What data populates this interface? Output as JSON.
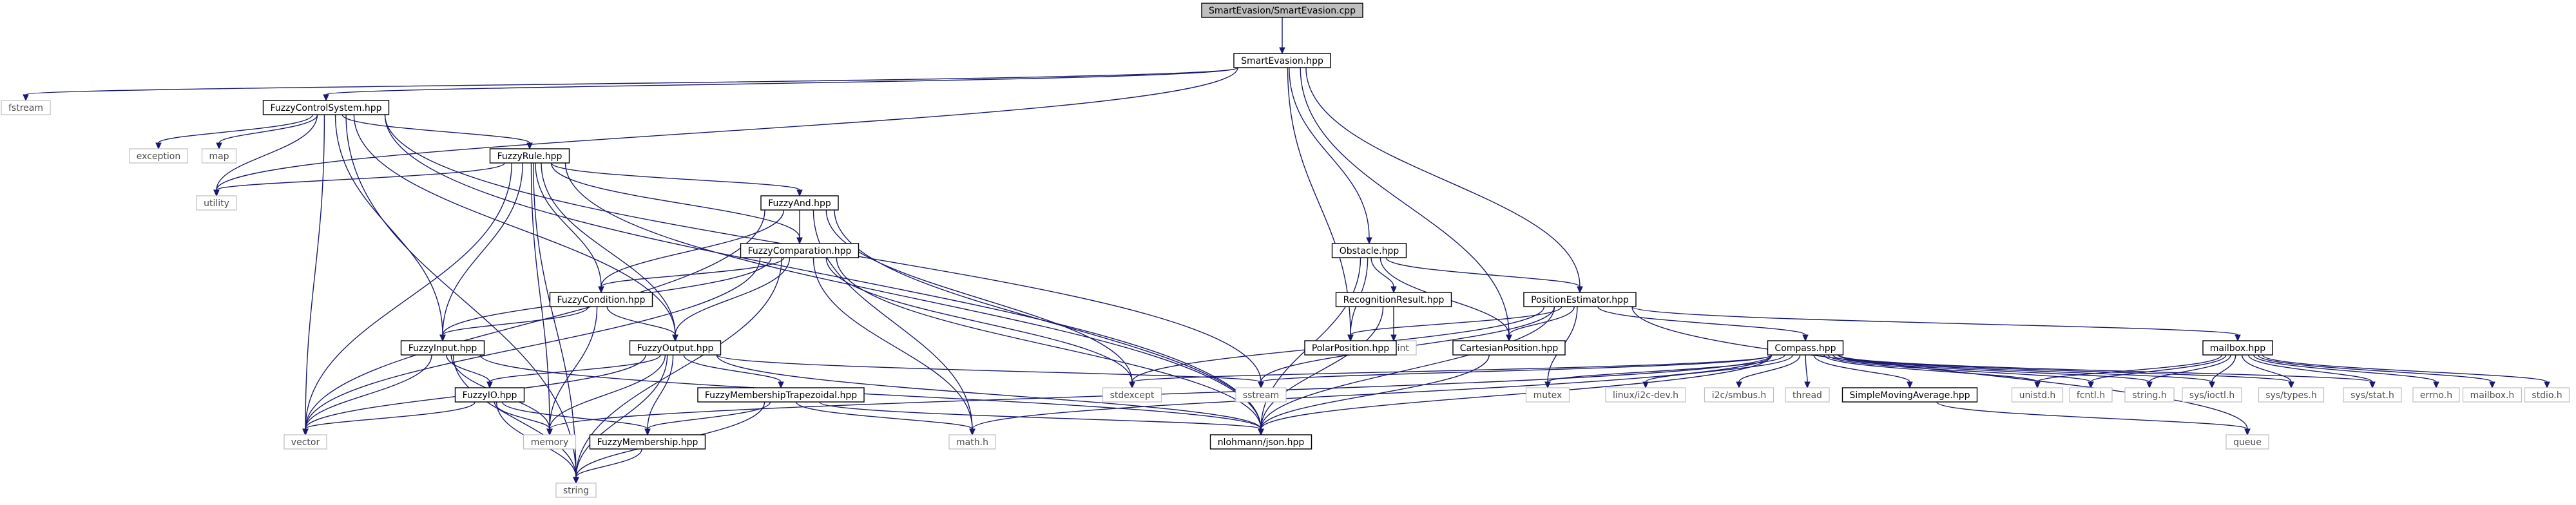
{
  "nodes": [
    {
      "id": "smartevasion_cpp",
      "label": "SmartEvasion/SmartEvasion.cpp",
      "kind": "root"
    },
    {
      "id": "smartevasion_hpp",
      "label": "SmartEvasion.hpp",
      "kind": "local"
    },
    {
      "id": "fstream",
      "label": "fstream",
      "kind": "external"
    },
    {
      "id": "fuzzycontrolsystem_hpp",
      "label": "FuzzyControlSystem.hpp",
      "kind": "local"
    },
    {
      "id": "obstacle_hpp",
      "label": "Obstacle.hpp",
      "kind": "local"
    },
    {
      "id": "positionestimator_hpp",
      "label": "PositionEstimator.hpp",
      "kind": "local"
    },
    {
      "id": "exception",
      "label": "exception",
      "kind": "external"
    },
    {
      "id": "map",
      "label": "map",
      "kind": "external"
    },
    {
      "id": "utility",
      "label": "utility",
      "kind": "external"
    },
    {
      "id": "fuzzyrule_hpp",
      "label": "FuzzyRule.hpp",
      "kind": "local"
    },
    {
      "id": "fuzzyand_hpp",
      "label": "FuzzyAnd.hpp",
      "kind": "local"
    },
    {
      "id": "fuzzycomparation_hpp",
      "label": "FuzzyComparation.hpp",
      "kind": "local"
    },
    {
      "id": "fuzzycondition_hpp",
      "label": "FuzzyCondition.hpp",
      "kind": "local"
    },
    {
      "id": "fuzzyinput_hpp",
      "label": "FuzzyInput.hpp",
      "kind": "local"
    },
    {
      "id": "fuzzyoutput_hpp",
      "label": "FuzzyOutput.hpp",
      "kind": "local"
    },
    {
      "id": "fuzzyio_hpp",
      "label": "FuzzyIO.hpp",
      "kind": "local"
    },
    {
      "id": "fuzzymembershiptrapezoidal_hpp",
      "label": "FuzzyMembershipTrapezoidal.hpp",
      "kind": "local"
    },
    {
      "id": "fuzzymembership_hpp",
      "label": "FuzzyMembership.hpp",
      "kind": "local"
    },
    {
      "id": "vector",
      "label": "vector",
      "kind": "external"
    },
    {
      "id": "memory",
      "label": "memory",
      "kind": "external"
    },
    {
      "id": "string",
      "label": "string",
      "kind": "external"
    },
    {
      "id": "math_h",
      "label": "math.h",
      "kind": "external"
    },
    {
      "id": "stdexcept",
      "label": "stdexcept",
      "kind": "external"
    },
    {
      "id": "sstream",
      "label": "sstream",
      "kind": "external"
    },
    {
      "id": "nlohmann_json",
      "label": "nlohmann/json.hpp",
      "kind": "local"
    },
    {
      "id": "recognitionresult_hpp",
      "label": "RecognitionResult.hpp",
      "kind": "local"
    },
    {
      "id": "cstdint",
      "label": "cstdint",
      "kind": "external"
    },
    {
      "id": "polarposition_hpp",
      "label": "PolarPosition.hpp",
      "kind": "local"
    },
    {
      "id": "cartesianposition_hpp",
      "label": "CartesianPosition.hpp",
      "kind": "local"
    },
    {
      "id": "compass_hpp",
      "label": "Compass.hpp",
      "kind": "local"
    },
    {
      "id": "mailbox_hpp",
      "label": "mailbox.hpp",
      "kind": "local"
    },
    {
      "id": "mutex",
      "label": "mutex",
      "kind": "external"
    },
    {
      "id": "linux_i2c_dev",
      "label": "linux/i2c-dev.h",
      "kind": "external"
    },
    {
      "id": "i2c_smbus",
      "label": "i2c/smbus.h",
      "kind": "external"
    },
    {
      "id": "thread",
      "label": "thread",
      "kind": "external"
    },
    {
      "id": "simplemovingaverage_hpp",
      "label": "SimpleMovingAverage.hpp",
      "kind": "local"
    },
    {
      "id": "unistd_h",
      "label": "unistd.h",
      "kind": "external"
    },
    {
      "id": "fcntl_h",
      "label": "fcntl.h",
      "kind": "external"
    },
    {
      "id": "string_h",
      "label": "string.h",
      "kind": "external"
    },
    {
      "id": "sys_ioctl_h",
      "label": "sys/ioctl.h",
      "kind": "external"
    },
    {
      "id": "sys_types_h",
      "label": "sys/types.h",
      "kind": "external"
    },
    {
      "id": "sys_stat_h",
      "label": "sys/stat.h",
      "kind": "external"
    },
    {
      "id": "errno_h",
      "label": "errno.h",
      "kind": "external"
    },
    {
      "id": "mailbox_h",
      "label": "mailbox.h",
      "kind": "external"
    },
    {
      "id": "stdio_h",
      "label": "stdio.h",
      "kind": "external"
    },
    {
      "id": "queue",
      "label": "queue",
      "kind": "external"
    }
  ],
  "edges": [
    [
      "smartevasion_cpp",
      "smartevasion_hpp"
    ],
    [
      "smartevasion_hpp",
      "fstream"
    ],
    [
      "smartevasion_hpp",
      "fuzzycontrolsystem_hpp"
    ],
    [
      "smartevasion_hpp",
      "utility"
    ],
    [
      "smartevasion_hpp",
      "obstacle_hpp"
    ],
    [
      "smartevasion_hpp",
      "polarposition_hpp"
    ],
    [
      "smartevasion_hpp",
      "cartesianposition_hpp"
    ],
    [
      "smartevasion_hpp",
      "positionestimator_hpp"
    ],
    [
      "fuzzycontrolsystem_hpp",
      "exception"
    ],
    [
      "fuzzycontrolsystem_hpp",
      "map"
    ],
    [
      "fuzzycontrolsystem_hpp",
      "utility"
    ],
    [
      "fuzzycontrolsystem_hpp",
      "fuzzyrule_hpp"
    ],
    [
      "fuzzycontrolsystem_hpp",
      "fuzzyinput_hpp"
    ],
    [
      "fuzzycontrolsystem_hpp",
      "fuzzyoutput_hpp"
    ],
    [
      "fuzzycontrolsystem_hpp",
      "vector"
    ],
    [
      "fuzzycontrolsystem_hpp",
      "string"
    ],
    [
      "fuzzycontrolsystem_hpp",
      "sstream"
    ],
    [
      "fuzzycontrolsystem_hpp",
      "nlohmann_json"
    ],
    [
      "fuzzyrule_hpp",
      "utility"
    ],
    [
      "fuzzyrule_hpp",
      "fuzzyand_hpp"
    ],
    [
      "fuzzyrule_hpp",
      "fuzzycomparation_hpp"
    ],
    [
      "fuzzyrule_hpp",
      "fuzzycondition_hpp"
    ],
    [
      "fuzzyrule_hpp",
      "fuzzyinput_hpp"
    ],
    [
      "fuzzyrule_hpp",
      "fuzzyoutput_hpp"
    ],
    [
      "fuzzyrule_hpp",
      "vector"
    ],
    [
      "fuzzyrule_hpp",
      "memory"
    ],
    [
      "fuzzyrule_hpp",
      "string"
    ],
    [
      "fuzzyrule_hpp",
      "nlohmann_json"
    ],
    [
      "fuzzyand_hpp",
      "fuzzycomparation_hpp"
    ],
    [
      "fuzzyand_hpp",
      "fuzzycondition_hpp"
    ],
    [
      "fuzzyand_hpp",
      "vector"
    ],
    [
      "fuzzyand_hpp",
      "math_h"
    ],
    [
      "fuzzyand_hpp",
      "stdexcept"
    ],
    [
      "fuzzyand_hpp",
      "nlohmann_json"
    ],
    [
      "fuzzycomparation_hpp",
      "fuzzycondition_hpp"
    ],
    [
      "fuzzycomparation_hpp",
      "fuzzyinput_hpp"
    ],
    [
      "fuzzycomparation_hpp",
      "fuzzyoutput_hpp"
    ],
    [
      "fuzzycomparation_hpp",
      "vector"
    ],
    [
      "fuzzycomparation_hpp",
      "math_h"
    ],
    [
      "fuzzycomparation_hpp",
      "stdexcept"
    ],
    [
      "fuzzycomparation_hpp",
      "string"
    ],
    [
      "fuzzycomparation_hpp",
      "nlohmann_json"
    ],
    [
      "fuzzycondition_hpp",
      "fuzzyinput_hpp"
    ],
    [
      "fuzzycondition_hpp",
      "fuzzyoutput_hpp"
    ],
    [
      "fuzzycondition_hpp",
      "memory"
    ],
    [
      "fuzzyinput_hpp",
      "fuzzyio_hpp"
    ],
    [
      "fuzzyinput_hpp",
      "vector"
    ],
    [
      "fuzzyinput_hpp",
      "memory"
    ],
    [
      "fuzzyinput_hpp",
      "string"
    ],
    [
      "fuzzyinput_hpp",
      "nlohmann_json"
    ],
    [
      "fuzzyoutput_hpp",
      "fuzzyio_hpp"
    ],
    [
      "fuzzyoutput_hpp",
      "fuzzymembershiptrapezoidal_hpp"
    ],
    [
      "fuzzyoutput_hpp",
      "fuzzymembership_hpp"
    ],
    [
      "fuzzyoutput_hpp",
      "memory"
    ],
    [
      "fuzzyoutput_hpp",
      "vector"
    ],
    [
      "fuzzyoutput_hpp",
      "string"
    ],
    [
      "fuzzyoutput_hpp",
      "sstream"
    ],
    [
      "fuzzyoutput_hpp",
      "nlohmann_json"
    ],
    [
      "fuzzyio_hpp",
      "fuzzymembership_hpp"
    ],
    [
      "fuzzyio_hpp",
      "vector"
    ],
    [
      "fuzzyio_hpp",
      "memory"
    ],
    [
      "fuzzyio_hpp",
      "string"
    ],
    [
      "fuzzymembershiptrapezoidal_hpp",
      "fuzzymembership_hpp"
    ],
    [
      "fuzzymembershiptrapezoidal_hpp",
      "math_h"
    ],
    [
      "fuzzymembershiptrapezoidal_hpp",
      "string"
    ],
    [
      "fuzzymembershiptrapezoidal_hpp",
      "nlohmann_json"
    ],
    [
      "fuzzymembership_hpp",
      "string"
    ],
    [
      "obstacle_hpp",
      "recognitionresult_hpp"
    ],
    [
      "obstacle_hpp",
      "polarposition_hpp"
    ],
    [
      "obstacle_hpp",
      "cartesianposition_hpp"
    ],
    [
      "obstacle_hpp",
      "positionestimator_hpp"
    ],
    [
      "obstacle_hpp",
      "nlohmann_json"
    ],
    [
      "recognitionresult_hpp",
      "cstdint"
    ],
    [
      "recognitionresult_hpp",
      "nlohmann_json"
    ],
    [
      "cartesianposition_hpp",
      "nlohmann_json"
    ],
    [
      "positionestimator_hpp",
      "polarposition_hpp"
    ],
    [
      "positionestimator_hpp",
      "cartesianposition_hpp"
    ],
    [
      "positionestimator_hpp",
      "compass_hpp"
    ],
    [
      "positionestimator_hpp",
      "mailbox_hpp"
    ],
    [
      "positionestimator_hpp",
      "stdexcept"
    ],
    [
      "positionestimator_hpp",
      "sstream"
    ],
    [
      "positionestimator_hpp",
      "mutex"
    ],
    [
      "positionestimator_hpp",
      "nlohmann_json"
    ],
    [
      "positionestimator_hpp",
      "queue"
    ],
    [
      "compass_hpp",
      "stdexcept"
    ],
    [
      "compass_hpp",
      "sstream"
    ],
    [
      "compass_hpp",
      "memory"
    ],
    [
      "compass_hpp",
      "math_h"
    ],
    [
      "compass_hpp",
      "nlohmann_json"
    ],
    [
      "compass_hpp",
      "mutex"
    ],
    [
      "compass_hpp",
      "linux_i2c_dev"
    ],
    [
      "compass_hpp",
      "i2c_smbus"
    ],
    [
      "compass_hpp",
      "thread"
    ],
    [
      "compass_hpp",
      "simplemovingaverage_hpp"
    ],
    [
      "compass_hpp",
      "unistd_h"
    ],
    [
      "compass_hpp",
      "fcntl_h"
    ],
    [
      "compass_hpp",
      "string_h"
    ],
    [
      "compass_hpp",
      "sys_ioctl_h"
    ],
    [
      "compass_hpp",
      "sys_types_h"
    ],
    [
      "compass_hpp",
      "sys_stat_h"
    ],
    [
      "simplemovingaverage_hpp",
      "queue"
    ],
    [
      "mailbox_hpp",
      "unistd_h"
    ],
    [
      "mailbox_hpp",
      "fcntl_h"
    ],
    [
      "mailbox_hpp",
      "string_h"
    ],
    [
      "mailbox_hpp",
      "sys_ioctl_h"
    ],
    [
      "mailbox_hpp",
      "sys_types_h"
    ],
    [
      "mailbox_hpp",
      "sys_stat_h"
    ],
    [
      "mailbox_hpp",
      "errno_h"
    ],
    [
      "mailbox_hpp",
      "mailbox_h"
    ],
    [
      "mailbox_hpp",
      "stdio_h"
    ]
  ]
}
